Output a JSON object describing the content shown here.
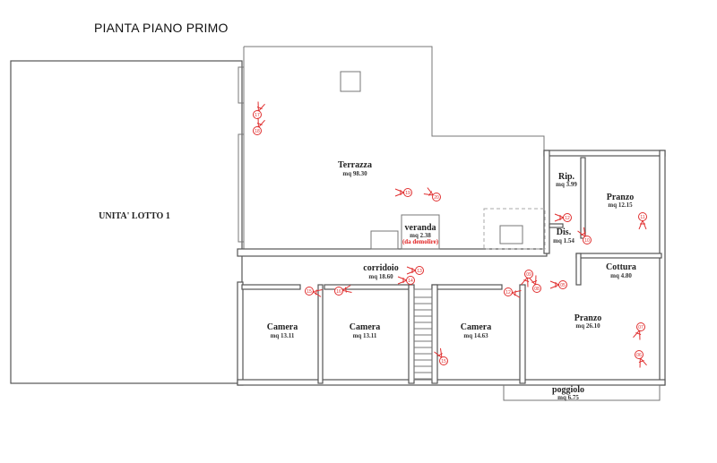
{
  "title": "PIANTA PIANO PRIMO",
  "rooms": {
    "unita": {
      "name": "UNITA' LOTTO 1"
    },
    "terrazza": {
      "name": "Terrazza",
      "area": "mq 98.30"
    },
    "veranda": {
      "name": "veranda",
      "area": "mq 2.38",
      "note": "(da demolire)"
    },
    "rip": {
      "name": "Rip.",
      "area": "mq 3.99"
    },
    "pranzo_small": {
      "name": "Pranzo",
      "area": "mq 12.15"
    },
    "dis": {
      "name": "Dis.",
      "area": "mq 1.54"
    },
    "cottura": {
      "name": "Cottura",
      "area": "mq 4.80"
    },
    "corridoio": {
      "name": "corridoio",
      "area": "mq 18.60"
    },
    "camera1": {
      "name": "Camera",
      "area": "mq 13.11"
    },
    "camera2": {
      "name": "Camera",
      "area": "mq 13.11"
    },
    "camera3": {
      "name": "Camera",
      "area": "mq 14.63"
    },
    "pranzo_big": {
      "name": "Pranzo",
      "area": "mq 26.10"
    },
    "poggiolo": {
      "name": "poggiolo",
      "area": "mq 6.75"
    }
  },
  "photo_markers": [
    "17",
    "18",
    "19",
    "20",
    "12",
    "11",
    "10",
    "13",
    "14",
    "15",
    "16",
    "12",
    "15",
    "09",
    "08",
    "05",
    "07",
    "06"
  ],
  "colors": {
    "marker": "#e03030",
    "note": "#e02020",
    "wall": "#555555"
  }
}
